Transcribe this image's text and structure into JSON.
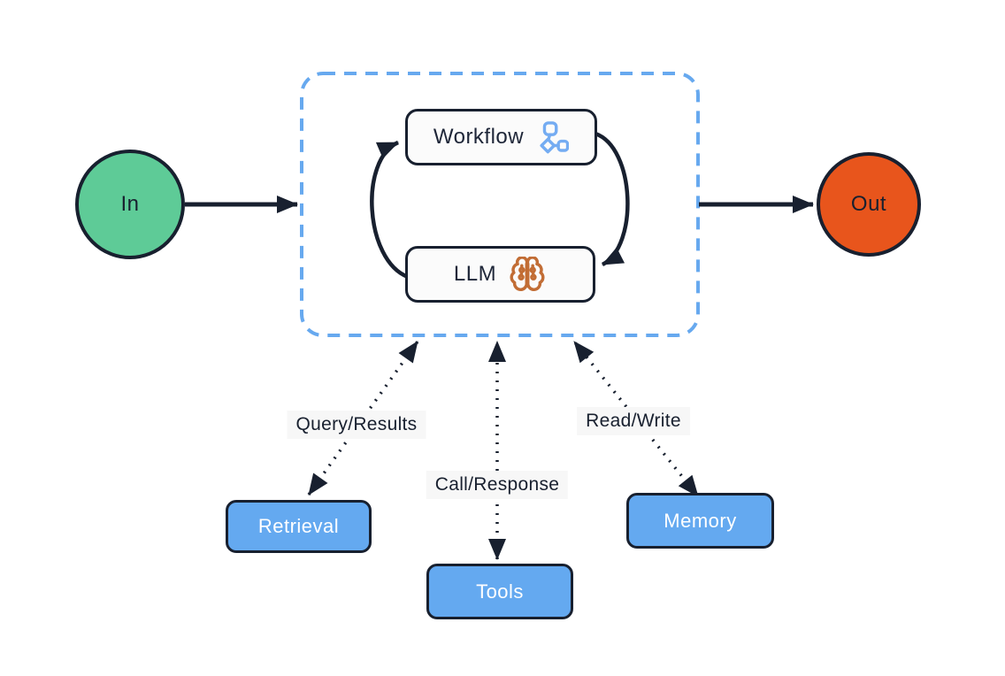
{
  "diagram": {
    "title": "agent-loop-diagram",
    "nodes": {
      "input": {
        "label": "In"
      },
      "output": {
        "label": "Out"
      },
      "workflow": {
        "label": "Workflow",
        "icon": "workflow-graph-icon"
      },
      "llm": {
        "label": "LLM",
        "icon": "brain-circuit-icon"
      },
      "retrieval": {
        "label": "Retrieval"
      },
      "tools": {
        "label": "Tools"
      },
      "memory": {
        "label": "Memory"
      }
    },
    "edge_labels": {
      "retrieval": "Query/Results",
      "tools": "Call/Response",
      "memory": "Read/Write"
    },
    "colors": {
      "input_fill": "#5ecb97",
      "output_fill": "#e8551c",
      "node_fill": "#64a9f0",
      "container_dash": "#67a9ef",
      "stroke_dark": "#18202f",
      "inner_box_fill": "#fbfbfb",
      "workflow_icon": "#74acf2",
      "brain_icon": "#c26d35",
      "label_bg": "#f7f7f7",
      "node_text_light": "#ffffff"
    }
  }
}
